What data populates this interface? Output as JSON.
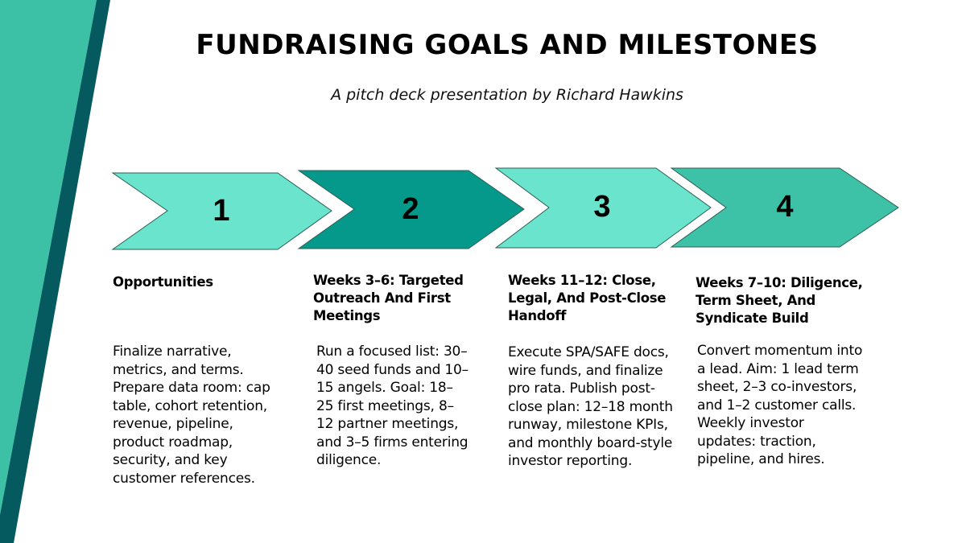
{
  "slide": {
    "title": "FUNDRAISING GOALS AND MILESTONES",
    "subtitle": "A pitch deck presentation by Richard Hawkins"
  },
  "colors": {
    "deco_light": "#3cc0a6",
    "deco_dark": "#045a5f",
    "arrow_light": "#6ae4cc",
    "arrow_dark": "#05998b",
    "arrow_mid": "#3dc2a8"
  },
  "steps": [
    {
      "number": "1",
      "heading": "Opportunities",
      "body": "Finalize narrative, metrics, and terms. Prepare data room: cap table, cohort retention, revenue, pipeline, product roadmap, security, and key customer references."
    },
    {
      "number": "2",
      "heading": "Weeks 3–6: Targeted Outreach And First Meetings",
      "body": "Run a focused list: 30–40 seed funds and 10–15 angels. Goal: 18–25 first meetings, 8–12 partner meetings, and 3–5 firms entering diligence."
    },
    {
      "number": "3",
      "heading": "Weeks 11–12: Close, Legal, And Post-Close Handoff",
      "body": "Execute SPA/SAFE docs, wire funds, and finalize pro rata. Publish post-close plan: 12–18 month runway, milestone KPIs, and monthly board-style investor reporting."
    },
    {
      "number": "4",
      "heading": "Weeks 7–10: Diligence, Term Sheet, And Syndicate Build",
      "body": "Convert momentum into a lead. Aim: 1 lead term sheet, 2–3 co-investors, and 1–2 customer calls. Weekly investor updates: traction, pipeline, and hires."
    }
  ]
}
